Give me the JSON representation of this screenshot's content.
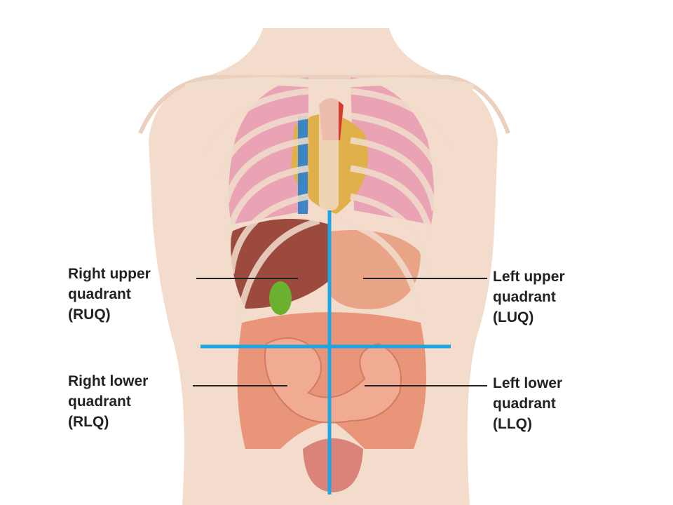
{
  "labels": {
    "ruq": [
      "Right upper",
      "quadrant",
      "(RUQ)"
    ],
    "luq": [
      "Left upper",
      "quadrant",
      "(LUQ)"
    ],
    "rlq": [
      "Right lower",
      "quadrant",
      "(RLQ)"
    ],
    "llq": [
      "Left lower",
      "quadrant",
      "(LLQ)"
    ]
  },
  "colors": {
    "divider": "#1ba6e6",
    "leader": "#222222",
    "skin": "#f3dccb",
    "intestine": "#e8957a",
    "lung": "#eaa3b4",
    "liver": "#9c4a3e",
    "gallbladder": "#6cb030"
  }
}
